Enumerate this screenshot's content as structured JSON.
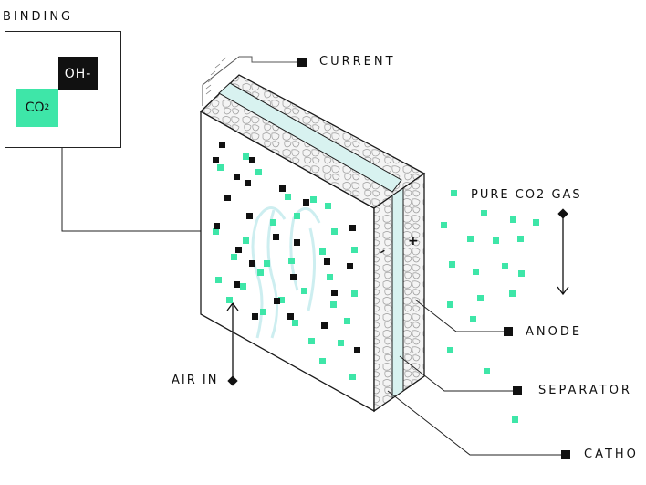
{
  "legend": {
    "title": "BINDING",
    "oh_label": "OH-",
    "co2_label": "CO",
    "co2_subscript": "2"
  },
  "labels": {
    "current": "CURRENT",
    "pure_gas": "PURE CO2 GAS",
    "air_in": "AIR IN",
    "anode": "ANODE",
    "separator": "SEPARATOR",
    "cathode": "CATHO"
  },
  "polarity": {
    "minus": "-",
    "plus": "+"
  },
  "colors": {
    "co2": "#3ee6a8",
    "oh": "#111111",
    "stroke": "#1a1a1a",
    "separator": "#d8f2f0",
    "airflow": "#cdeef0"
  }
}
